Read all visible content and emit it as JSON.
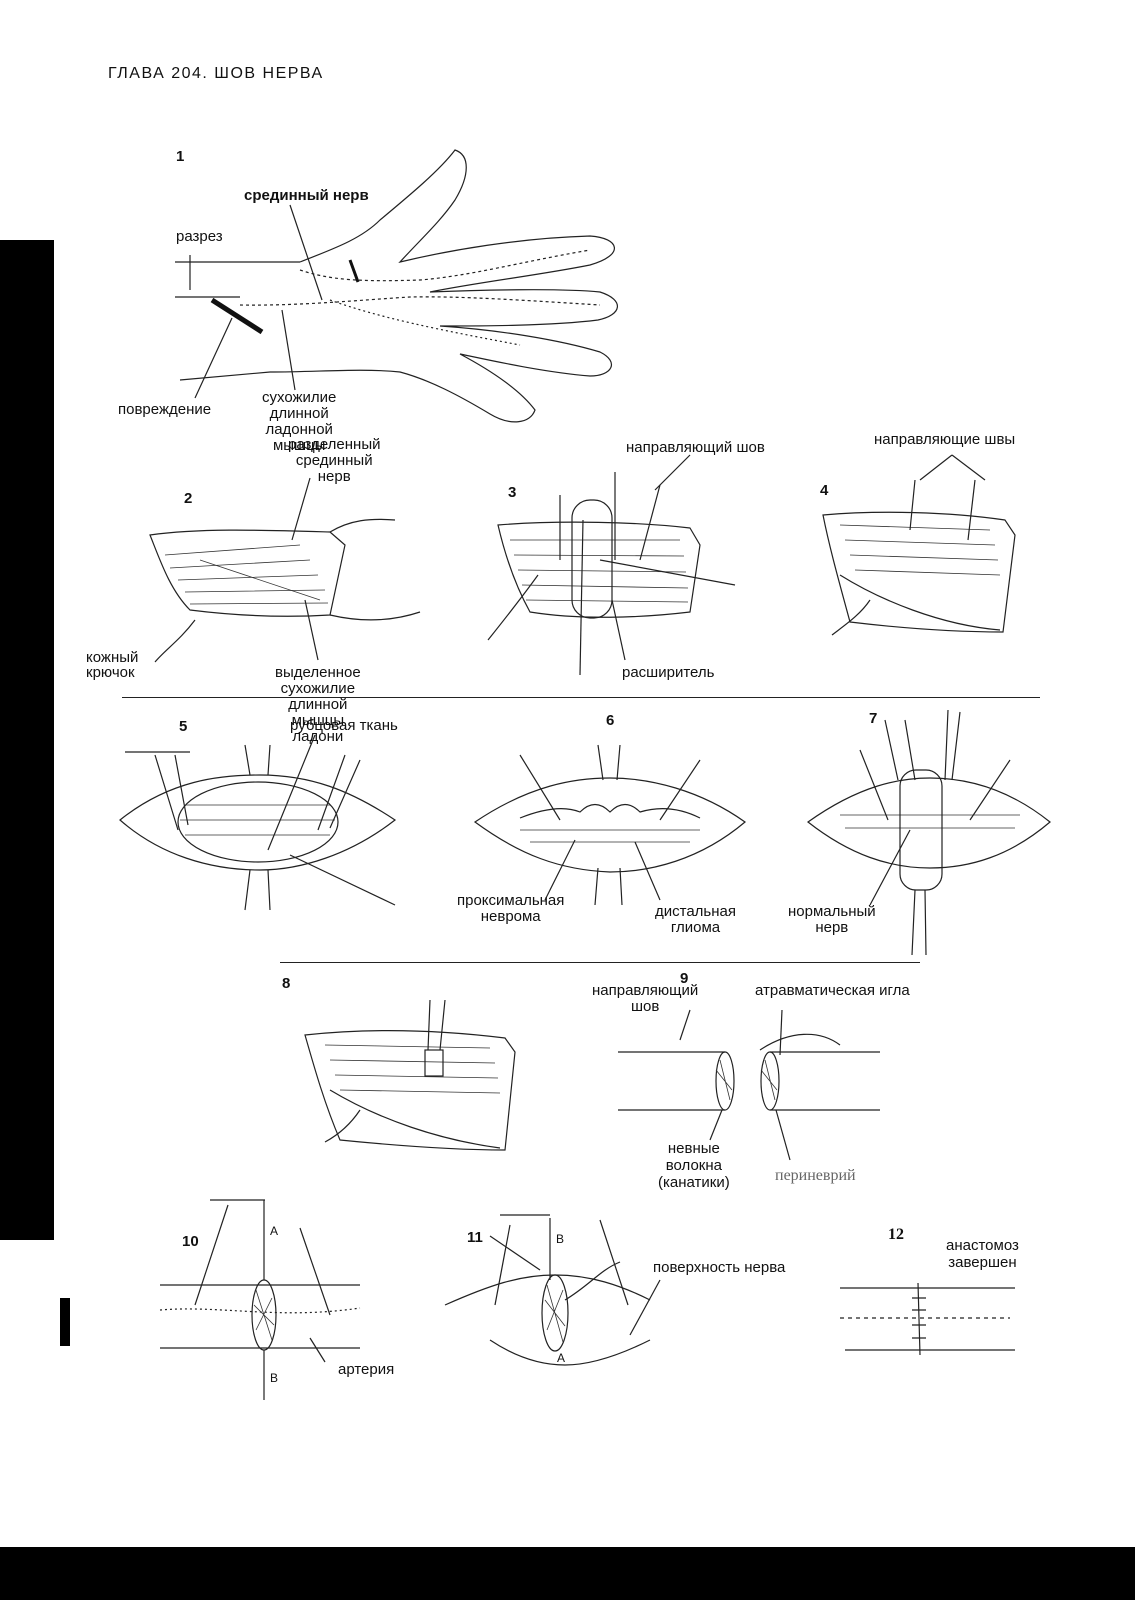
{
  "page": {
    "header": "ГЛАВА 204. ШОВ НЕРВА"
  },
  "figures": {
    "fig1": {
      "number": "1",
      "median_nerve": "срединный нерв",
      "incision": "разрез",
      "injury": "повреждение",
      "tendon": "сухожилие длинной\nладонной мышцы"
    },
    "fig2": {
      "number": "2",
      "divided_nerve": "разделенный\nсрединный нерв",
      "skin_hook": "кожный\nкрючок",
      "isolated_tendon": "выделенное сухожилие\nдлинной мышцы ладони"
    },
    "fig3": {
      "number": "3",
      "guide_suture": "направляющий шов",
      "retractor": "расширитель"
    },
    "fig4": {
      "number": "4",
      "guide_sutures": "направляющие швы"
    },
    "fig5": {
      "number": "5",
      "scar_tissue": "рубцовая ткань"
    },
    "fig6": {
      "number": "6",
      "proximal_neuroma": "проксимальная\nневрома",
      "distal_glioma": "дистальная\nглиома"
    },
    "fig7": {
      "number": "7",
      "normal_nerve": "нормальный\nнерв"
    },
    "fig8": {
      "number": "8"
    },
    "fig9": {
      "number": "9",
      "guide_suture": "направляющий\nшов",
      "atraumatic_needle": "атравматическая игла",
      "nerve_fibers": "невные\nволокна\n(канатики)",
      "perineurium": "периневрий"
    },
    "fig10": {
      "number": "10",
      "mark_a": "A",
      "mark_b": "B",
      "artery": "артерия"
    },
    "fig11": {
      "number": "11",
      "mark_b": "B",
      "mark_a": "A",
      "nerve_surface": "поверхность нерва"
    },
    "fig12": {
      "number": "12",
      "anastomosis": "анастомоз\nзавершен"
    }
  }
}
